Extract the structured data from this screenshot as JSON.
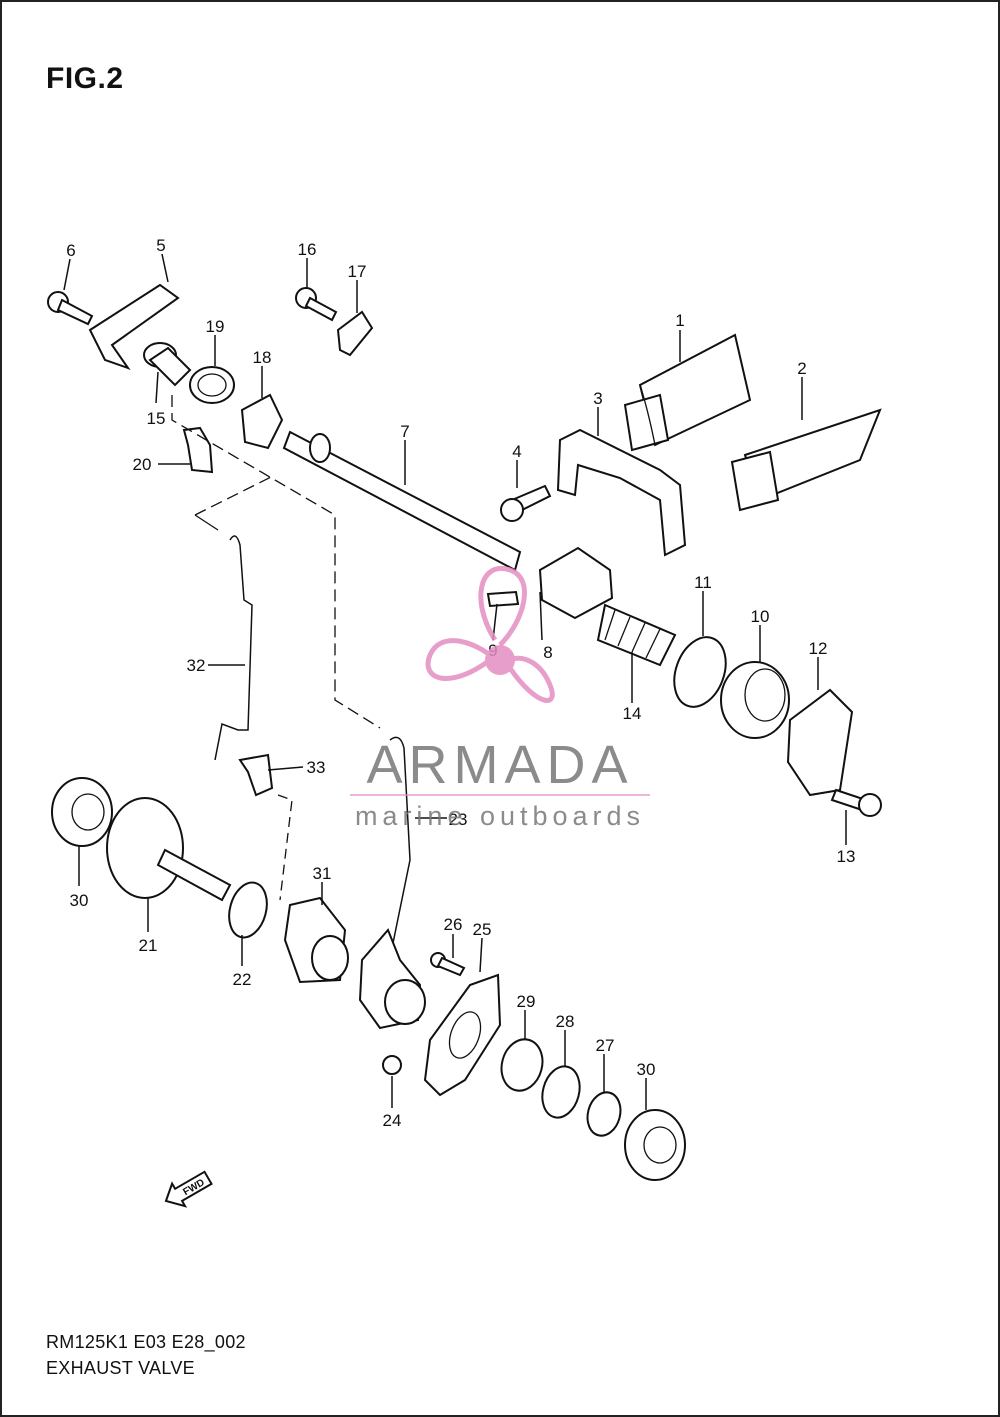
{
  "figure": {
    "title": "FIG.2"
  },
  "footer": {
    "code": "RM125K1 E03 E28_002",
    "name": "EXHAUST VALVE"
  },
  "watermark": {
    "brand": "ARMADA",
    "tagline": "marine outboards",
    "accent": "#e48ec3",
    "text_color": "#777777",
    "logo": "propeller-logo"
  },
  "direction_marker": {
    "label": "FWD",
    "icon": "fwd-arrow-icon"
  },
  "callouts": [
    "1",
    "2",
    "3",
    "4",
    "5",
    "6",
    "7",
    "8",
    "9",
    "10",
    "11",
    "12",
    "13",
    "14",
    "15",
    "16",
    "17",
    "18",
    "19",
    "20",
    "21",
    "22",
    "23",
    "24",
    "25",
    "26",
    "27",
    "28",
    "29",
    "30",
    "30",
    "31",
    "32",
    "33"
  ]
}
